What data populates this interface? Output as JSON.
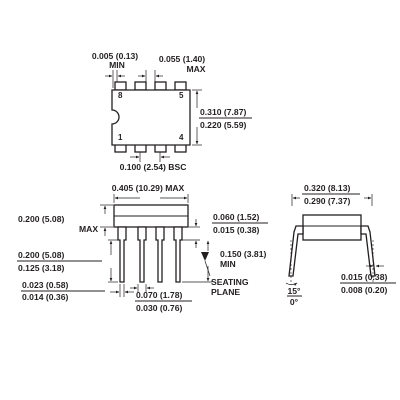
{
  "top_view": {
    "dims": {
      "lead_offset": {
        "main": "0.005 (0.13)",
        "sub": "MIN"
      },
      "corner": {
        "main": "0.055 (1.40)",
        "sub": "MAX"
      },
      "height_max": "0.310 (7.87)",
      "height_min": "0.220 (5.59)",
      "pitch": "0.100 (2.54) BSC"
    },
    "pins": {
      "p8": "8",
      "p5": "5",
      "p1": "1",
      "p4": "4"
    }
  },
  "side_view": {
    "dims": {
      "length": "0.405 (10.29) MAX",
      "height": {
        "main": "0.200 (5.08)",
        "sub": "MAX"
      },
      "seat_max": "0.200 (5.08)",
      "seat_min": "0.125 (3.18)",
      "lead_w_max": "0.023 (0.58)",
      "lead_w_min": "0.014 (0.36)",
      "shoulder_max": "0.070 (1.78)",
      "shoulder_min": "0.030 (0.76)",
      "standoff_max": "0.060 (1.52)",
      "standoff_min": "0.015 (0.38)",
      "lead_len": {
        "main": "0.150 (3.81)",
        "sub": "MIN"
      },
      "seating": {
        "line1": "SEATING",
        "line2": "PLANE"
      }
    }
  },
  "end_view": {
    "dims": {
      "width_max": "0.320 (8.13)",
      "width_min": "0.290 (7.37)",
      "angle_max": "15°",
      "angle_min": "0°",
      "thick_max": "0.015 (0.38)",
      "thick_min": "0.008 (0.20)"
    }
  }
}
